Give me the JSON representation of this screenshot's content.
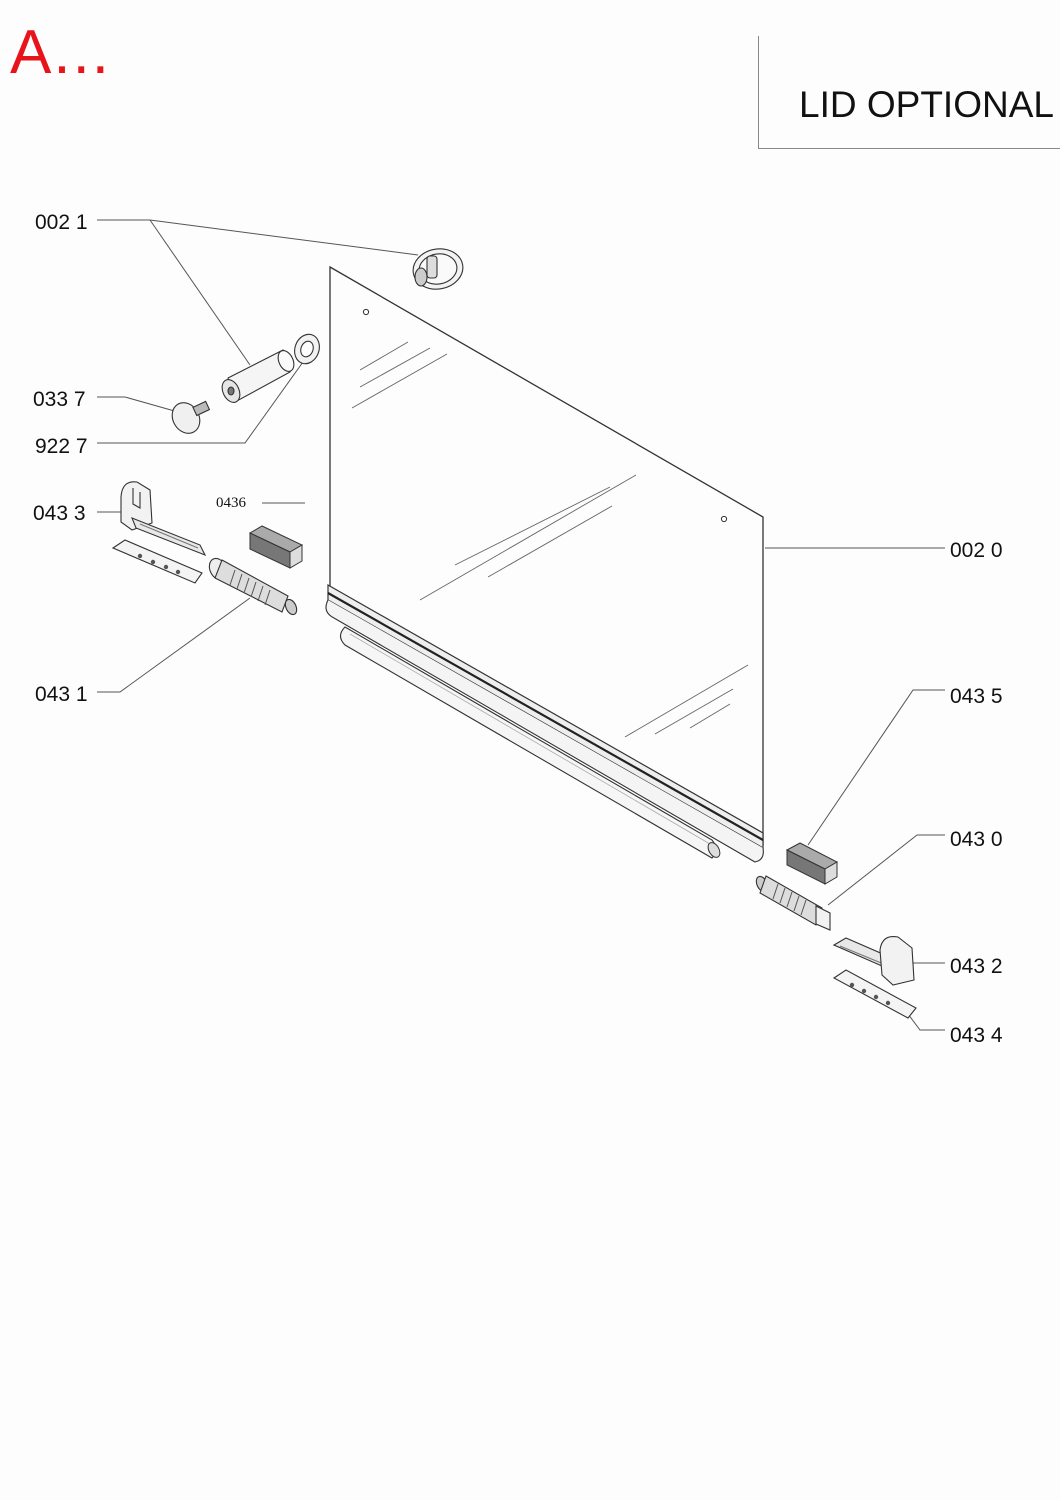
{
  "header": {
    "section_mark": "A...",
    "section_mark_color": "#e8141c",
    "title": "LID OPTIONAL"
  },
  "labels": {
    "p0021": "002 1",
    "p0337": "033 7",
    "p9227": "922 7",
    "p0433": "043 3",
    "p0436": "0436",
    "p0431": "043 1",
    "p0020": "002 0",
    "p0435": "043 5",
    "p0430": "043 0",
    "p0432": "043 2",
    "p0434": "043 4"
  },
  "colors": {
    "line": "#333333",
    "leader": "#555555",
    "shade": "#777777"
  }
}
